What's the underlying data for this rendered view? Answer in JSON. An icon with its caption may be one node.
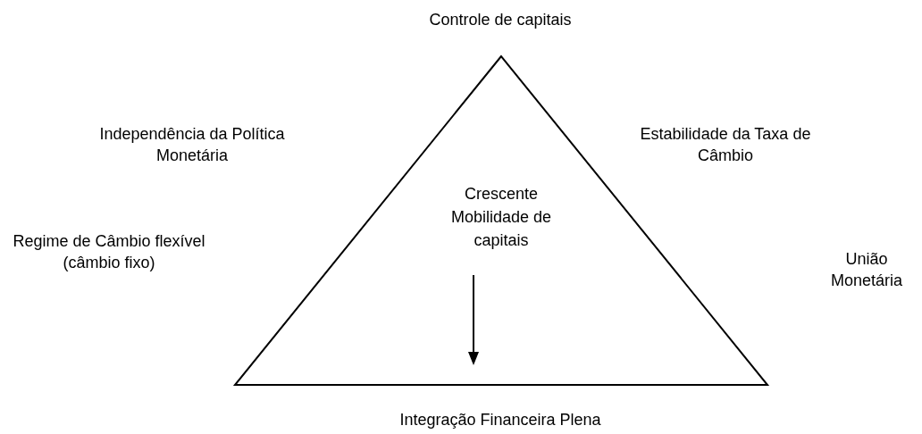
{
  "diagram": {
    "nodes": [
      {
        "text": [
          "Crescente Mobilidade de capitais"
        ]
      }
    ],
    "labels": [
      "Controle de capitais",
      "Independência da Política Monetária",
      "Estabilidade da Taxa de Câmbio",
      "Regime de Câmbio flexível (câmbio fixo)",
      "União Monetária",
      "Integração Financeira Plena"
    ]
  }
}
